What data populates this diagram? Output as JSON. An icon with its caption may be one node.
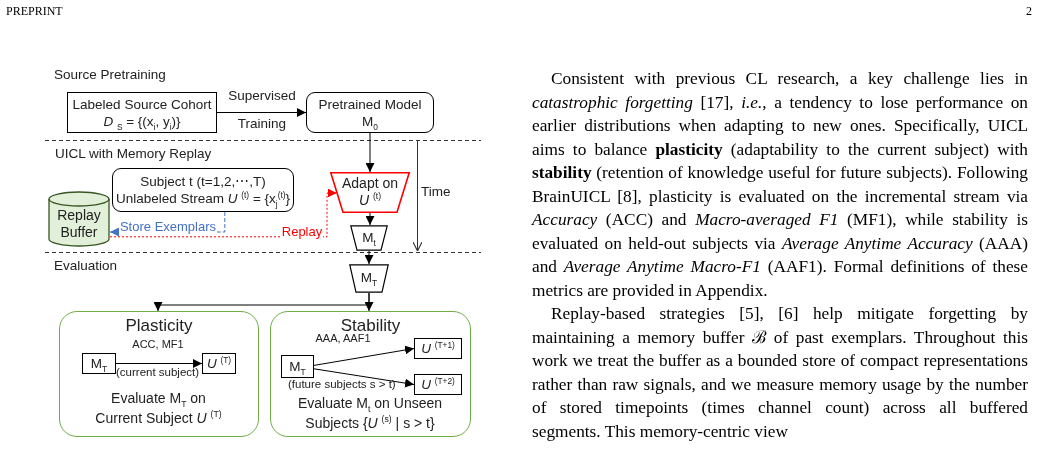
{
  "diagram": {
    "nodes": [
      {
        "text": [
          "Labeled Source Cohort",
          "*D* $_{S}$ = {(x$_{i}$, y$_{i}$)}"
        ]
      },
      {
        "text": [
          "Pretrained Model",
          "M$_{0}$"
        ]
      },
      {
        "text": [
          "Subject t (t=1,2,⋯,T)",
          "Unlabeled Stream *U* $^{(t)}$ = {x$_{j}$$^{(t)}$}"
        ]
      },
      {
        "text": [
          "Replay Buffer"
        ]
      },
      {
        "text": [
          "Adapt on *U* $^{(t)}$"
        ]
      },
      {
        "text": [
          "M$_{t}$"
        ]
      },
      {
        "text": [
          "M$_{T}$"
        ]
      },
      {
        "text": [
          "Plasticity",
          "Evaluate M$_{T}$ on Current Subject *U* $^{(T)}$"
        ]
      },
      {
        "text": [
          "M$_{T}$"
        ],
        "in": 7
      },
      {
        "text": [
          "*U* $^{(T)}$"
        ],
        "in": 7
      },
      {
        "text": [
          "Stability",
          "Evaluate M$_{t}$ on Unseen Subjects {*U* $^{(s)}$ | s > t}"
        ]
      },
      {
        "text": [
          "M$_{T}$"
        ],
        "in": 10
      },
      {
        "text": [
          "*U* $^{(T+1)}$"
        ],
        "in": 10
      },
      {
        "text": [
          "*U* $^{(T+2)}$"
        ],
        "in": 10
      }
    ],
    "edges": [
      {
        "from": 0,
        "to": 1,
        "arrow": "to",
        "label": "Supervised Training"
      },
      {
        "from": 1,
        "to": 4,
        "arrow": "to"
      },
      {
        "from": 2,
        "to": 3,
        "arrow": "to",
        "label": "Store Exemplars",
        "style": "dashed",
        "color": "#4472c4"
      },
      {
        "from": 3,
        "to": 4,
        "arrow": "to",
        "label": "Replay",
        "style": "dashed",
        "color": "#ff0000"
      },
      {
        "from": 4,
        "to": 5,
        "arrow": "to"
      },
      {
        "from": 5,
        "to": 6,
        "arrow": "to"
      },
      {
        "from": 6,
        "to": 7,
        "arrow": "to"
      },
      {
        "from": 6,
        "to": 10,
        "arrow": "to"
      },
      {
        "from": 8,
        "to": 9,
        "arrow": "to",
        "label": "ACC, MF1"
      },
      {
        "from": 11,
        "to": 12,
        "arrow": "to",
        "label": "AAA, AAF1"
      },
      {
        "from": 11,
        "to": 13,
        "arrow": "to"
      }
    ],
    "labels": [
      "PREPRINT",
      "2",
      "Source Pretraining",
      "UICL with Memory Replay",
      "Time",
      "Evaluation",
      "(current subject)",
      "(future subjects s > t)",
      "Consistent with previous CL research, a key challenge lies in *catastrophic forgetting* [17], *i.e.*, a tendency to lose performance on earlier distributions when adapting to new ones. Specifically, UICL aims to balance **plasticity** (adaptability to the current subject) with **stability** (retention of knowledge useful for future subjects). Following BrainUICL [8], plasticity is evaluated on the incremental stream via *Accuracy* (ACC) and *Macro-averaged F1* (MF1), while stability is evaluated on held-out subjects via *Average Anytime Accuracy* (AAA) and *Average Anytime Macro-F1* (AAF1). Formal definitions of these metrics are provided in Appendix.",
      "Replay-based strategies [5], [6] help mitigate forgetting by maintaining a memory buffer ℬ of past exemplars. Throughout this work we treat the buffer as a bounded store of compact representations rather than raw signals, and we measure memory usage by the number of stored timepoints (times channel count) across all buffered segments. This memory-centric view"
    ]
  }
}
